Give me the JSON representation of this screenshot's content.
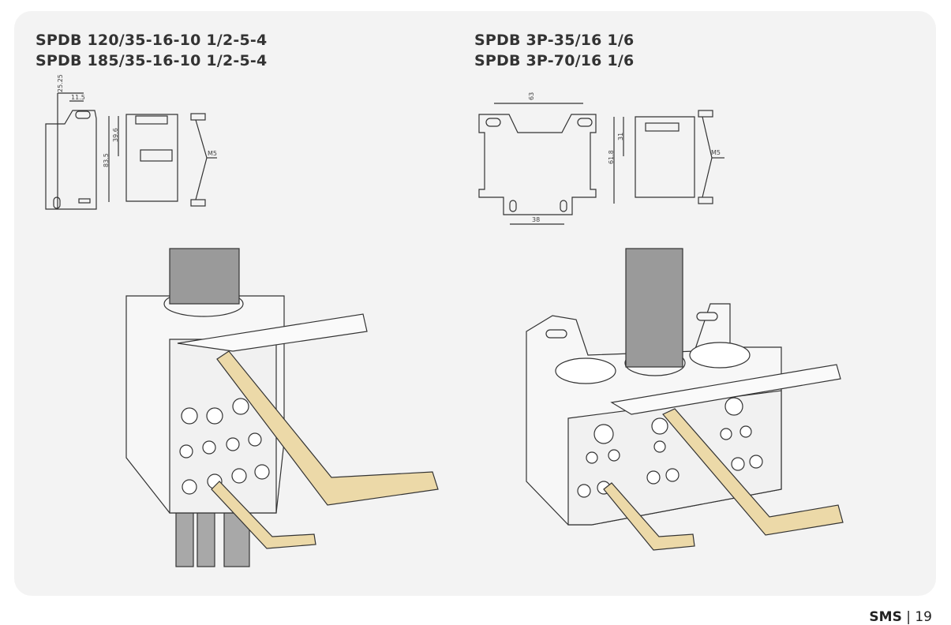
{
  "left": {
    "titles": [
      "SPDB 120/35-16-10  1/2-5-4",
      "SPDB 185/35-16-10  1/2-5-4"
    ],
    "dims": {
      "a": "25.25",
      "b": "11.5",
      "c": "39.6",
      "d": "83.5",
      "screw": "M5"
    }
  },
  "right": {
    "titles": [
      "SPDB 3P-35/16 1/6",
      "SPDB 3P-70/16 1/6"
    ],
    "dims": {
      "width": "63",
      "a": "31",
      "b": "61.8",
      "screw": "M5",
      "bottom": "38"
    }
  },
  "footer": {
    "brand": "SMS",
    "page": "19"
  },
  "colors": {
    "panel": "#f3f3f3",
    "cable": "#9a9a9a",
    "key": "#ecd9a8"
  }
}
